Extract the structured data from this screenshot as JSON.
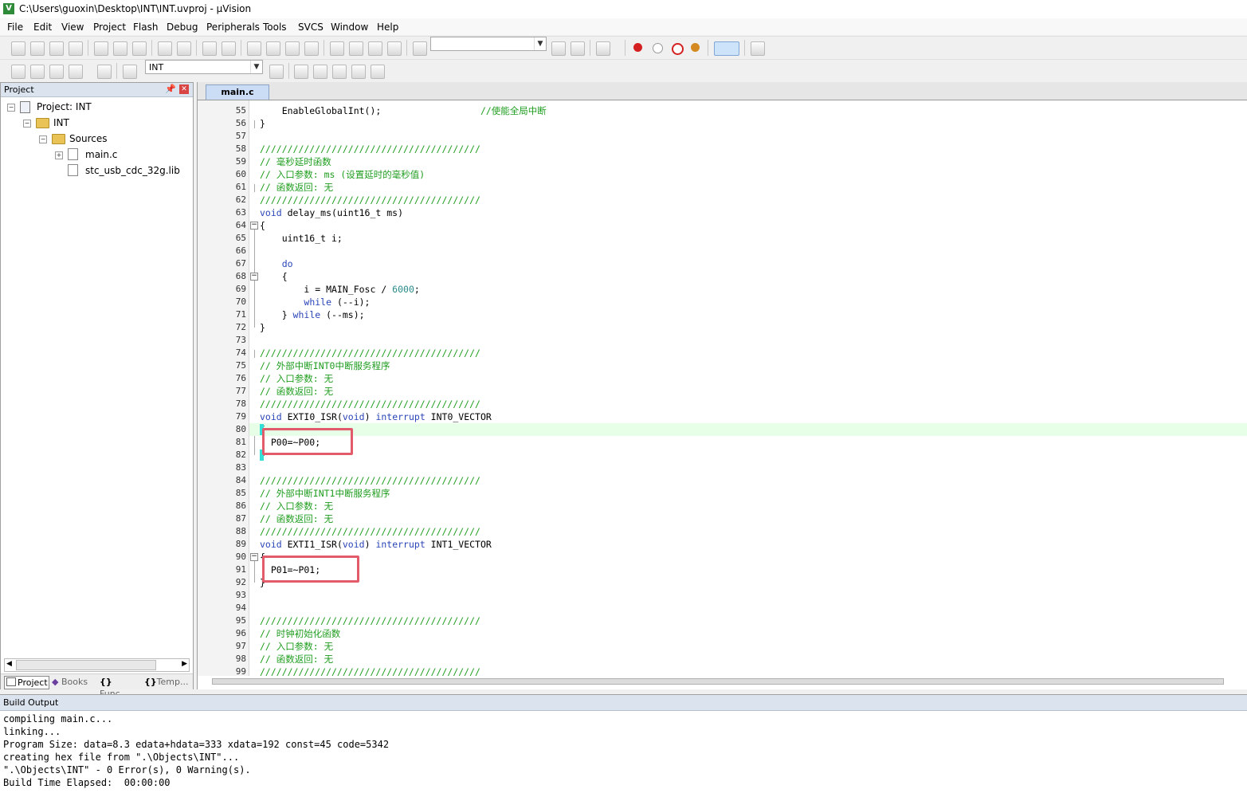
{
  "window": {
    "title": "C:\\Users\\guoxin\\Desktop\\INT\\INT.uvproj - µVision"
  },
  "menu": [
    "File",
    "Edit",
    "View",
    "Project",
    "Flash",
    "Debug",
    "Peripherals",
    "Tools",
    "SVCS",
    "Window",
    "Help"
  ],
  "toolbar2": {
    "target": "INT"
  },
  "project_panel": {
    "title": "Project",
    "tree": {
      "root": "Project: INT",
      "target": "INT",
      "group": "Sources",
      "files": [
        "main.c",
        "stc_usb_cdc_32g.lib"
      ]
    },
    "tabs": [
      "Project",
      "Books",
      "Func...",
      "Temp..."
    ]
  },
  "editor": {
    "active_tab": "main.c",
    "lines": [
      {
        "n": "55",
        "parts": [
          [
            "    EnableGlobalInt();                  ",
            ""
          ],
          [
            "//使能全局中断",
            "cm"
          ]
        ]
      },
      {
        "n": "56",
        "parts": [
          [
            "}",
            ""
          ]
        ]
      },
      {
        "n": "57",
        "parts": [
          [
            "",
            ""
          ]
        ]
      },
      {
        "n": "58",
        "parts": [
          [
            "////////////////////////////////////////",
            "cm"
          ]
        ]
      },
      {
        "n": "59",
        "parts": [
          [
            "// 毫秒延时函数",
            "cm"
          ]
        ]
      },
      {
        "n": "60",
        "parts": [
          [
            "// 入口参数: ms (设置延时的毫秒值)",
            "cm"
          ]
        ]
      },
      {
        "n": "61",
        "parts": [
          [
            "// 函数返回: 无",
            "cm"
          ]
        ]
      },
      {
        "n": "62",
        "parts": [
          [
            "////////////////////////////////////////",
            "cm"
          ]
        ]
      },
      {
        "n": "63",
        "parts": [
          [
            "void",
            "kw"
          ],
          [
            " delay_ms(uint16_t ms)",
            ""
          ]
        ]
      },
      {
        "n": "64",
        "parts": [
          [
            "{",
            ""
          ]
        ]
      },
      {
        "n": "65",
        "parts": [
          [
            "    uint16_t i;",
            ""
          ]
        ]
      },
      {
        "n": "66",
        "parts": [
          [
            "",
            ""
          ]
        ]
      },
      {
        "n": "67",
        "parts": [
          [
            "    ",
            ""
          ],
          [
            "do",
            "kw"
          ]
        ]
      },
      {
        "n": "68",
        "parts": [
          [
            "    {",
            ""
          ]
        ]
      },
      {
        "n": "69",
        "parts": [
          [
            "        i = MAIN_Fosc / ",
            ""
          ],
          [
            "6000",
            "nm"
          ],
          [
            ";",
            ""
          ]
        ]
      },
      {
        "n": "70",
        "parts": [
          [
            "        ",
            ""
          ],
          [
            "while",
            "kw"
          ],
          [
            " (--i);",
            ""
          ]
        ]
      },
      {
        "n": "71",
        "parts": [
          [
            "    } ",
            ""
          ],
          [
            "while",
            "kw"
          ],
          [
            " (--ms);",
            ""
          ]
        ]
      },
      {
        "n": "72",
        "parts": [
          [
            "}",
            ""
          ]
        ]
      },
      {
        "n": "73",
        "parts": [
          [
            "",
            ""
          ]
        ]
      },
      {
        "n": "74",
        "parts": [
          [
            "////////////////////////////////////////",
            "cm"
          ]
        ]
      },
      {
        "n": "75",
        "parts": [
          [
            "// 外部中断INT0中断服务程序",
            "cm"
          ]
        ]
      },
      {
        "n": "76",
        "parts": [
          [
            "// 入口参数: 无",
            "cm"
          ]
        ]
      },
      {
        "n": "77",
        "parts": [
          [
            "// 函数返回: 无",
            "cm"
          ]
        ]
      },
      {
        "n": "78",
        "parts": [
          [
            "////////////////////////////////////////",
            "cm"
          ]
        ]
      },
      {
        "n": "79",
        "parts": [
          [
            "void",
            "kw"
          ],
          [
            " EXTI0_ISR(",
            ""
          ],
          [
            "void",
            "kw"
          ],
          [
            ") ",
            ""
          ],
          [
            "interrupt",
            "kw"
          ],
          [
            " INT0_VECTOR",
            ""
          ]
        ]
      },
      {
        "n": "80",
        "parts": [
          [
            "{",
            ""
          ]
        ]
      },
      {
        "n": "81",
        "parts": [
          [
            "  P00=~P00;",
            ""
          ]
        ]
      },
      {
        "n": "82",
        "parts": [
          [
            "}",
            ""
          ]
        ]
      },
      {
        "n": "83",
        "parts": [
          [
            "",
            ""
          ]
        ]
      },
      {
        "n": "84",
        "parts": [
          [
            "////////////////////////////////////////",
            "cm"
          ]
        ]
      },
      {
        "n": "85",
        "parts": [
          [
            "// 外部中断INT1中断服务程序",
            "cm"
          ]
        ]
      },
      {
        "n": "86",
        "parts": [
          [
            "// 入口参数: 无",
            "cm"
          ]
        ]
      },
      {
        "n": "87",
        "parts": [
          [
            "// 函数返回: 无",
            "cm"
          ]
        ]
      },
      {
        "n": "88",
        "parts": [
          [
            "////////////////////////////////////////",
            "cm"
          ]
        ]
      },
      {
        "n": "89",
        "parts": [
          [
            "void",
            "kw"
          ],
          [
            " EXTI1_ISR(",
            ""
          ],
          [
            "void",
            "kw"
          ],
          [
            ") ",
            ""
          ],
          [
            "interrupt",
            "kw"
          ],
          [
            " INT1_VECTOR",
            ""
          ]
        ]
      },
      {
        "n": "90",
        "parts": [
          [
            "{",
            ""
          ]
        ]
      },
      {
        "n": "91",
        "parts": [
          [
            "  P01=~P01;",
            ""
          ]
        ]
      },
      {
        "n": "92",
        "parts": [
          [
            "}",
            ""
          ]
        ]
      },
      {
        "n": "93",
        "parts": [
          [
            "",
            ""
          ]
        ]
      },
      {
        "n": "94",
        "parts": [
          [
            "",
            ""
          ]
        ]
      },
      {
        "n": "95",
        "parts": [
          [
            "////////////////////////////////////////",
            "cm"
          ]
        ]
      },
      {
        "n": "96",
        "parts": [
          [
            "// 时钟初始化函数",
            "cm"
          ]
        ]
      },
      {
        "n": "97",
        "parts": [
          [
            "// 入口参数: 无",
            "cm"
          ]
        ]
      },
      {
        "n": "98",
        "parts": [
          [
            "// 函数返回: 无",
            "cm"
          ]
        ]
      },
      {
        "n": "99",
        "parts": [
          [
            "////////////////////////////////////////",
            "cm"
          ]
        ]
      }
    ]
  },
  "build_output": {
    "title": "Build Output",
    "lines": [
      "compiling main.c...",
      "linking...",
      "Program Size: data=8.3 edata+hdata=333 xdata=192 const=45 code=5342",
      "creating hex file from \".\\Objects\\INT\"...",
      "\".\\Objects\\INT\" - 0 Error(s), 0 Warning(s).",
      "Build Time Elapsed:  00:00:00"
    ]
  },
  "colors": {
    "comment": "#1f9d1f",
    "keyword": "#2b45b8",
    "number": "#2b8a8a",
    "highlight_box": "#e25b6a",
    "current_line": "#e6ffe6"
  }
}
